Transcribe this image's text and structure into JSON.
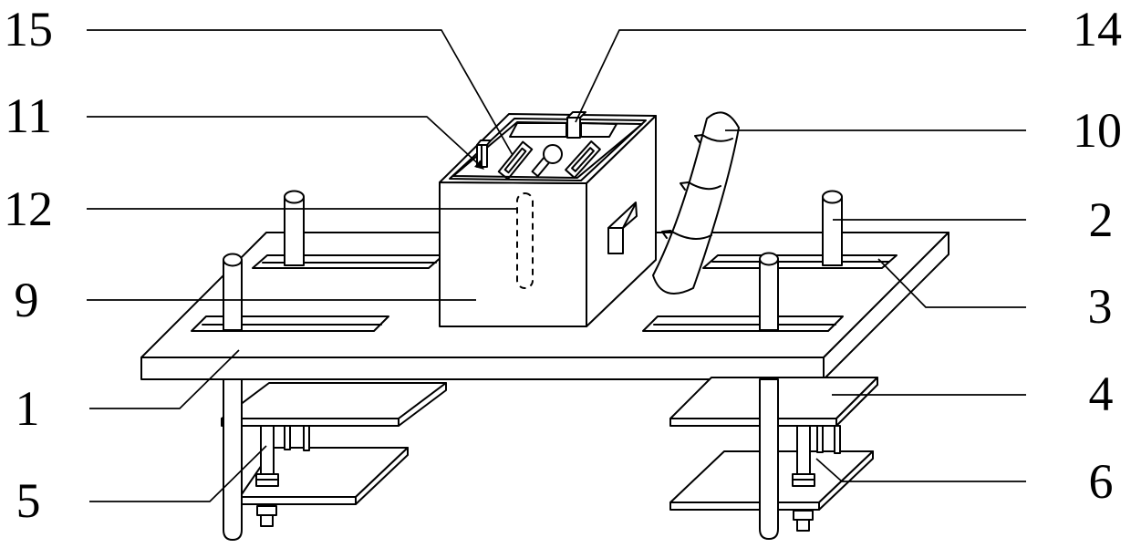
{
  "figure": {
    "background": "#ffffff",
    "line_color": "#000000",
    "callouts_left": [
      {
        "text": "15"
      },
      {
        "text": "11"
      },
      {
        "text": "12"
      },
      {
        "text": "9"
      },
      {
        "text": "1"
      },
      {
        "text": "5"
      }
    ],
    "callouts_right": [
      {
        "text": "14"
      },
      {
        "text": "10"
      },
      {
        "text": "2"
      },
      {
        "text": "3"
      },
      {
        "text": "4"
      },
      {
        "text": "6"
      }
    ]
  }
}
